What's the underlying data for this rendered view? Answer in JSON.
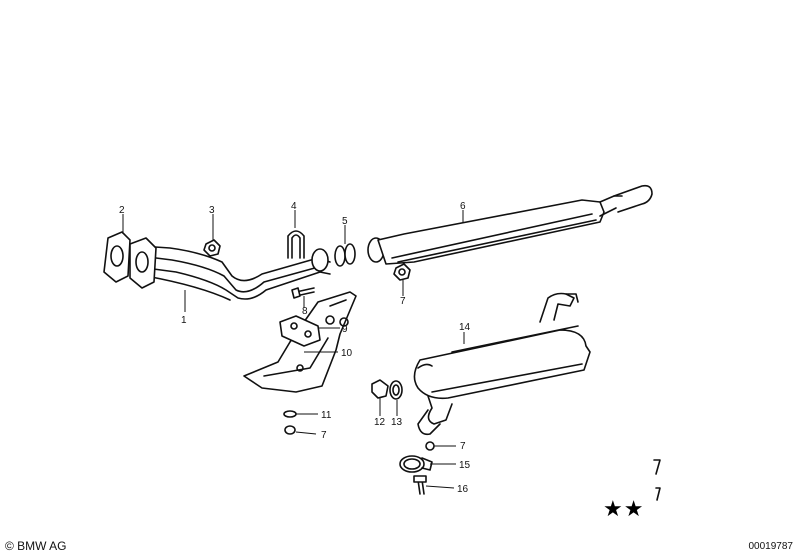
{
  "title": "",
  "parts": [
    {
      "id": "1",
      "label": "1"
    },
    {
      "id": "2",
      "label": "2"
    },
    {
      "id": "3",
      "label": "3"
    },
    {
      "id": "4",
      "label": "4"
    },
    {
      "id": "5",
      "label": "5"
    },
    {
      "id": "6",
      "label": "6"
    },
    {
      "id": "7a",
      "label": "7"
    },
    {
      "id": "8",
      "label": "8"
    },
    {
      "id": "9",
      "label": "9"
    },
    {
      "id": "10",
      "label": "10"
    },
    {
      "id": "11",
      "label": "11"
    },
    {
      "id": "7b",
      "label": "7"
    },
    {
      "id": "12",
      "label": "12"
    },
    {
      "id": "13",
      "label": "13"
    },
    {
      "id": "14",
      "label": "14"
    },
    {
      "id": "7c",
      "label": "7"
    },
    {
      "id": "15",
      "label": "15"
    },
    {
      "id": "16",
      "label": "16"
    }
  ],
  "footer": {
    "copyright": "© BMW AG",
    "code": "00019787",
    "stars": "★★"
  }
}
